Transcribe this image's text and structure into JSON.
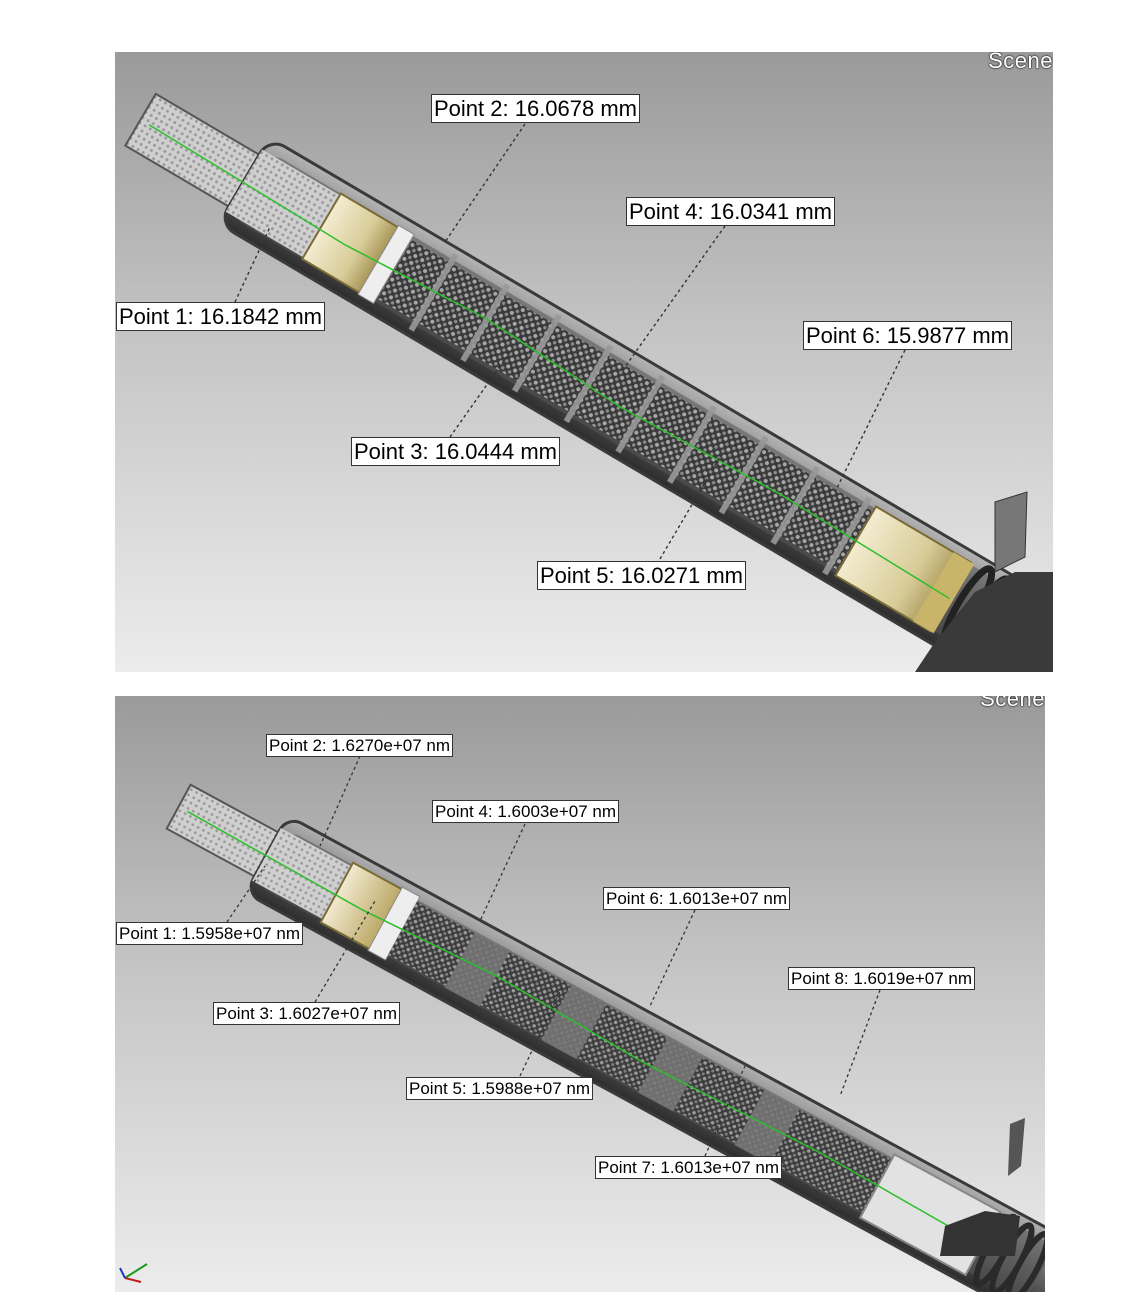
{
  "views": [
    {
      "scene_label": "Scene",
      "measurements": [
        {
          "label": "Point 1: 16.1842 mm"
        },
        {
          "label": "Point 2: 16.0678 mm"
        },
        {
          "label": "Point 3: 16.0444 mm"
        },
        {
          "label": "Point 4: 16.0341 mm"
        },
        {
          "label": "Point 5: 16.0271 mm"
        },
        {
          "label": "Point 6: 15.9877 mm"
        }
      ]
    },
    {
      "scene_label": "Scene",
      "measurements": [
        {
          "label": "Point 1: 1.5958e+07 nm"
        },
        {
          "label": "Point 2: 1.6270e+07 nm"
        },
        {
          "label": "Point 3: 1.6027e+07 nm"
        },
        {
          "label": "Point 4: 1.6003e+07 nm"
        },
        {
          "label": "Point 5: 1.5988e+07 nm"
        },
        {
          "label": "Point 6: 1.6013e+07 nm"
        },
        {
          "label": "Point 7: 1.6013e+07 nm"
        },
        {
          "label": "Point 8: 1.6019e+07 nm"
        }
      ]
    }
  ],
  "colors": {
    "housing": "#6e6e6e",
    "foam": "#3c3c3c",
    "bead": "#d9cfa0",
    "path_line": "#2bbf2b",
    "spring": "#2a2a2a"
  },
  "icons": [
    "axis-triad-icon"
  ]
}
